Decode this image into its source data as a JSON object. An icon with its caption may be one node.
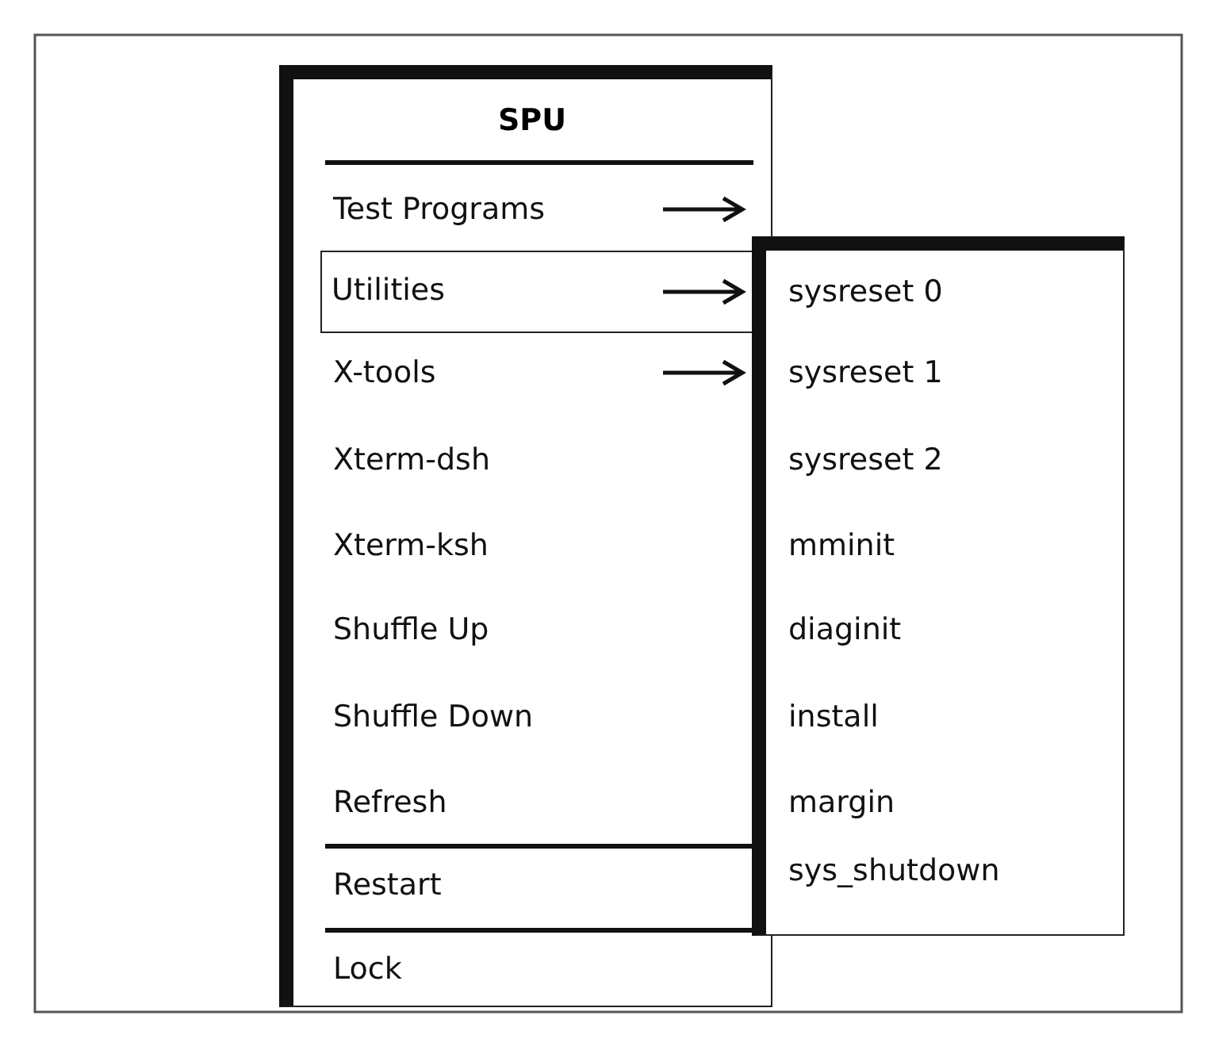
{
  "diagram": {
    "nodes": [
      {
        "text": [
          "SPU"
        ]
      },
      {
        "text": [
          "Test Programs"
        ],
        "in": 0
      },
      {
        "text": [
          "Utilities"
        ],
        "in": 0
      },
      {
        "text": [
          "X-tools"
        ],
        "in": 0
      },
      {
        "text": [
          "Xterm-dsh"
        ],
        "in": 0
      },
      {
        "text": [
          "Xterm-ksh"
        ],
        "in": 0
      },
      {
        "text": [
          "Shuffle Up"
        ],
        "in": 0
      },
      {
        "text": [
          "Shuffle Down"
        ],
        "in": 0
      },
      {
        "text": [
          "Refresh"
        ],
        "in": 0
      },
      {
        "text": [
          "Restart"
        ],
        "in": 0
      },
      {
        "text": [
          "Lock"
        ],
        "in": 0
      },
      {
        "text": [],
        "shape": "box"
      },
      {
        "text": [
          "sysreset 0"
        ],
        "in": 11
      },
      {
        "text": [
          "sysreset 1"
        ],
        "in": 11
      },
      {
        "text": [
          "sysreset 2"
        ],
        "in": 11
      },
      {
        "text": [
          "mminit"
        ],
        "in": 11
      },
      {
        "text": [
          "diaginit"
        ],
        "in": 11
      },
      {
        "text": [
          "install"
        ],
        "in": 11
      },
      {
        "text": [
          "margin"
        ],
        "in": 11
      },
      {
        "text": [
          "sys_shutdown"
        ],
        "in": 11
      }
    ]
  }
}
